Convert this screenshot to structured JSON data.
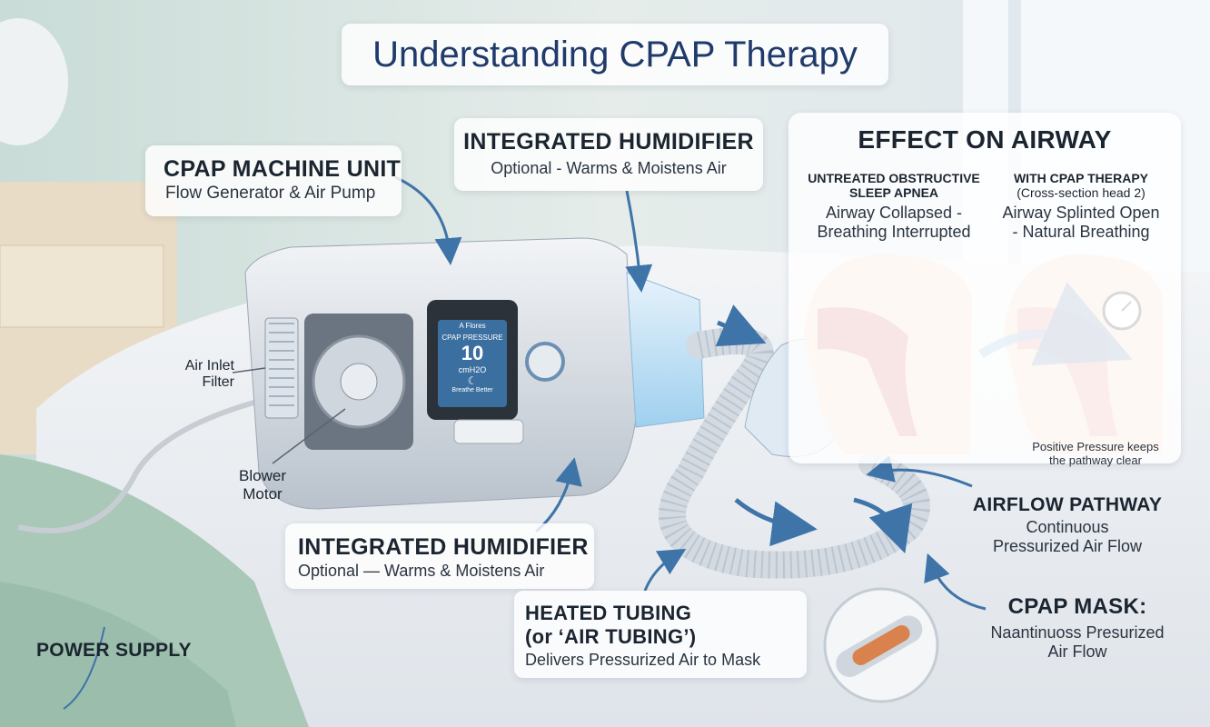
{
  "title": "Understanding CPAP Therapy",
  "machine_unit": {
    "heading": "CPAP MACHINE UNIT",
    "sub": "Flow Generator & Air Pump"
  },
  "humidifier_top": {
    "heading": "INTEGRATED HUMIDIFIER",
    "sub": "Optional - Warms & Moistens Air"
  },
  "humidifier_bottom": {
    "heading": "INTEGRATED HUMIDIFIER",
    "sub": "Optional — Warms & Moistens Air"
  },
  "air_inlet": {
    "line1": "Air Inlet",
    "line2": "Filter"
  },
  "blower": {
    "line1": "Blower",
    "line2": "Motor"
  },
  "power_supply": "POWER SUPPLY",
  "device_screen": {
    "brand": "A Flores",
    "label": "CPAP PRESSURE",
    "value": "10",
    "unit": "cmH2O",
    "footer": "Breathe Better"
  },
  "effect": {
    "title": "EFFECT ON AIRWAY",
    "left": {
      "heading_line1": "UNTREATED OBSTRUCTIVE",
      "heading_line2": "SLEEP APNEA",
      "sub_line1": "Airway Collapsed -",
      "sub_line2": "Breathing Interrupted"
    },
    "right": {
      "heading_line1": "WITH CPAP THERAPY",
      "heading_line2": "(Cross-section head 2)",
      "sub_line1": "Airway Splinted Open",
      "sub_line2": "- Natural Breathing"
    },
    "note_line1": "Positive Pressure keeps",
    "note_line2": "the pathway clear"
  },
  "airflow": {
    "heading": "AIRFLOW PATHWAY",
    "sub_line1": "Continuous",
    "sub_line2": "Pressurized Air Flow"
  },
  "mask": {
    "heading": "CPAP MASK:",
    "sub_line1": "Naantinuoss Presurized",
    "sub_line2": "Air Flow"
  },
  "tubing": {
    "heading_line1": "HEATED TUBING",
    "heading_line2": "(or ‘AIR TUBING’)",
    "sub": "Delivers Pressurized Air to Mask"
  },
  "colors": {
    "title": "#1f3a6b",
    "arrow": "#3f74a8",
    "airway_red": "#d9777a",
    "cpap_blue": "#6aa8dc"
  }
}
